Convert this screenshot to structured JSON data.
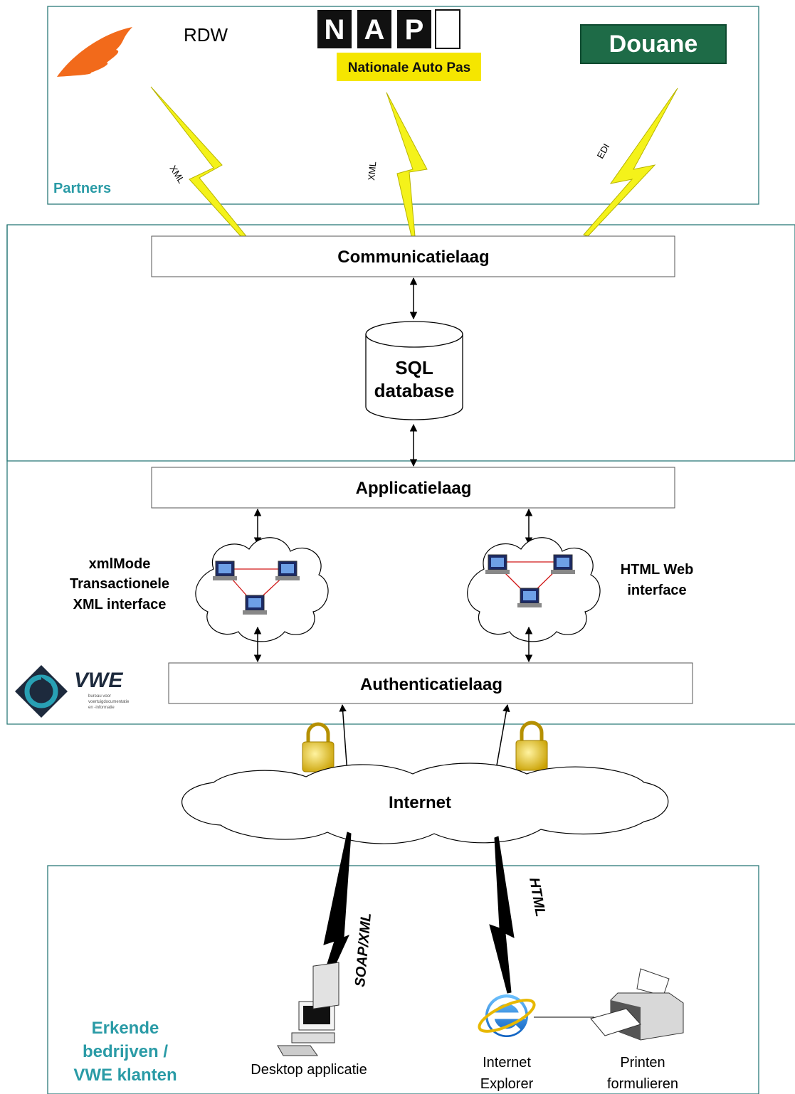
{
  "partners": {
    "label": "Partners",
    "logos": {
      "rdw": "RDW",
      "nap_letters": [
        "N",
        "A",
        "P"
      ],
      "nap_sub": "Nationale Auto Pas",
      "douane": "Douane"
    },
    "links": [
      "XML",
      "XML",
      "EDI"
    ]
  },
  "layers": {
    "communication": "Communicatielaag",
    "database_line1": "SQL",
    "database_line2": "database",
    "application": "Applicatielaag",
    "authentication": "Authenticatielaag"
  },
  "interfaces": {
    "left": [
      "xmlMode",
      "Transactionele",
      "XML interface"
    ],
    "right": [
      "HTML Web",
      "interface"
    ]
  },
  "vwe": {
    "name": "VWE",
    "tagline": [
      "bureau voor",
      "voertuigdocumentatie",
      "en -informatie"
    ]
  },
  "internet": "Internet",
  "clients": {
    "label": [
      "Erkende",
      "bedrijven /",
      "VWE klanten"
    ],
    "protocols": [
      "SOAP/XML",
      "HTML"
    ],
    "desktop": "Desktop applicatie",
    "browser": [
      "Internet",
      "Explorer"
    ],
    "printer": [
      "Printen",
      "formulieren"
    ]
  },
  "colors": {
    "teal": "#2a9ba6",
    "bolt_yellow": "#f4f21a",
    "douane_green": "#1e6b47",
    "nap_yellow": "#f5e600",
    "logo_orange": "#f26a1b"
  }
}
